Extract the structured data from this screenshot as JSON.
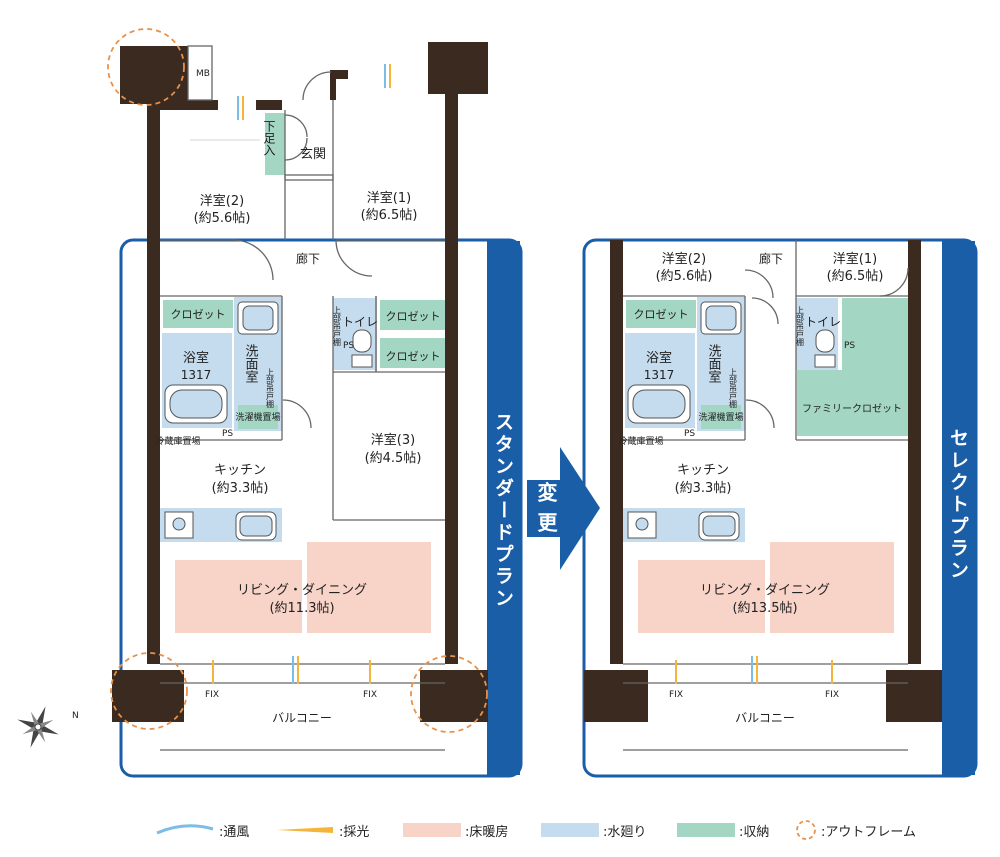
{
  "standard": {
    "plan_name": "スタンダードプラン",
    "rooms": {
      "western2": {
        "name": "洋室(2)",
        "size": "(約5.6帖)"
      },
      "western1": {
        "name": "洋室(1)",
        "size": "(約6.5帖)"
      },
      "western3": {
        "name": "洋室(3)",
        "size": "(約4.5帖)"
      },
      "kitchen": {
        "name": "キッチン",
        "size": "(約3.3帖)"
      },
      "living": {
        "name": "リビング・ダイニング",
        "size": "(約11.3帖)"
      },
      "bath": {
        "name": "浴室",
        "size": "1317"
      },
      "washroom": "洗面室",
      "entrance": "玄関",
      "shoe": "下足入",
      "corridor": "廊下",
      "toilet": "トイレ",
      "closet1": "クロゼット",
      "closet2": "クロゼット",
      "closet3": "クロゼット",
      "upper_shelf": "上部吊戸棚",
      "upper_shelf2": "上部吊戸棚",
      "washer": "洗濯機置場",
      "fridge": "冷蔵庫置場",
      "ps1": "PS",
      "ps2": "PS",
      "mb": "MB",
      "balcony": "バルコニー",
      "fix1": "FIX",
      "fix2": "FIX"
    }
  },
  "change_label": "変更",
  "select": {
    "plan_name": "セレクトプラン",
    "rooms": {
      "western2": {
        "name": "洋室(2)",
        "size": "(約5.6帖)"
      },
      "western1": {
        "name": "洋室(1)",
        "size": "(約6.5帖)"
      },
      "kitchen": {
        "name": "キッチン",
        "size": "(約3.3帖)"
      },
      "living": {
        "name": "リビング・ダイニング",
        "size": "(約13.5帖)"
      },
      "bath": {
        "name": "浴室",
        "size": "1317"
      },
      "washroom": "洗面室",
      "corridor": "廊下",
      "toilet": "トイレ",
      "closet1": "クロゼット",
      "family_closet": "ファミリークロゼット",
      "upper_shelf": "上部吊戸棚",
      "upper_shelf2": "上部吊戸棚",
      "washer": "洗濯機置場",
      "fridge": "冷蔵庫置場",
      "ps1": "PS",
      "ps2": "PS",
      "balcony": "バルコニー",
      "fix1": "FIX",
      "fix2": "FIX"
    }
  },
  "compass": "N",
  "legend": {
    "ventilation": ":通風",
    "light": ":採光",
    "floor_heating": ":床暖房",
    "water": ":水廻り",
    "storage": ":収納",
    "outframe": ":アウトフレーム"
  },
  "colors": {
    "plan_blue": "#1a5ea8",
    "wall": "#3a2a20",
    "floor_heating": "#f8d3c8",
    "water": "#c4dcee",
    "storage": "#a4d6c4",
    "outframe": "#e8914a",
    "light": "#f5b43c",
    "ventilation": "#7bbde6"
  }
}
